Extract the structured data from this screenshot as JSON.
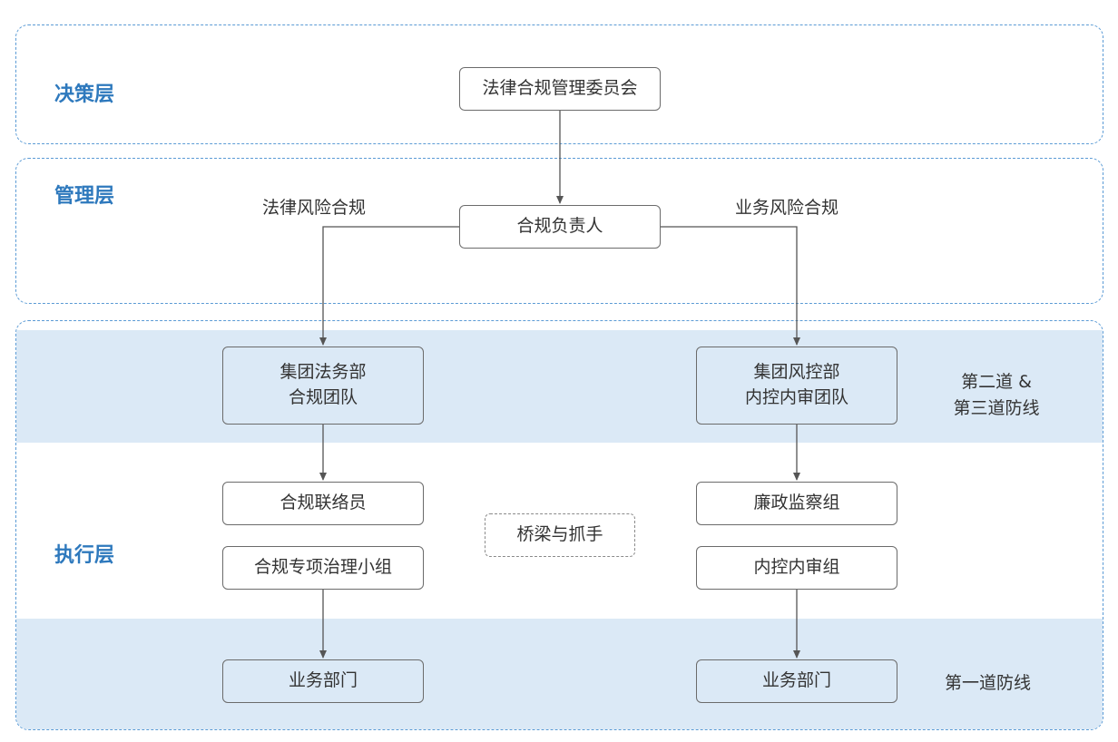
{
  "layers": {
    "decision": "决策层",
    "management": "管理层",
    "execution": "执行层"
  },
  "nodes": {
    "committee": "法律合规管理委员会",
    "compliance_head": "合规负责人",
    "legal_dept_line1": "集团法务部",
    "legal_dept_line2": "合规团队",
    "risk_dept_line1": "集团风控部",
    "risk_dept_line2": "内控内审团队",
    "liaison": "合规联络员",
    "governance_team": "合规专项治理小组",
    "integrity_team": "廉政监察组",
    "audit_team": "内控内审组",
    "business_left": "业务部门",
    "business_right": "业务部门",
    "bridge": "桥梁与抓手"
  },
  "branch_labels": {
    "legal_risk": "法律风险合规",
    "business_risk": "业务风险合规"
  },
  "defense_lines": {
    "second_third_line1": "第二道 &",
    "second_third_line2": "第三道防线",
    "first": "第一道防线"
  },
  "colors": {
    "layer_border": "#5b9bd5",
    "layer_label": "#2e79bd",
    "band_fill": "#dbe9f6",
    "box_border": "#6b6b6b",
    "connector": "#555555"
  }
}
